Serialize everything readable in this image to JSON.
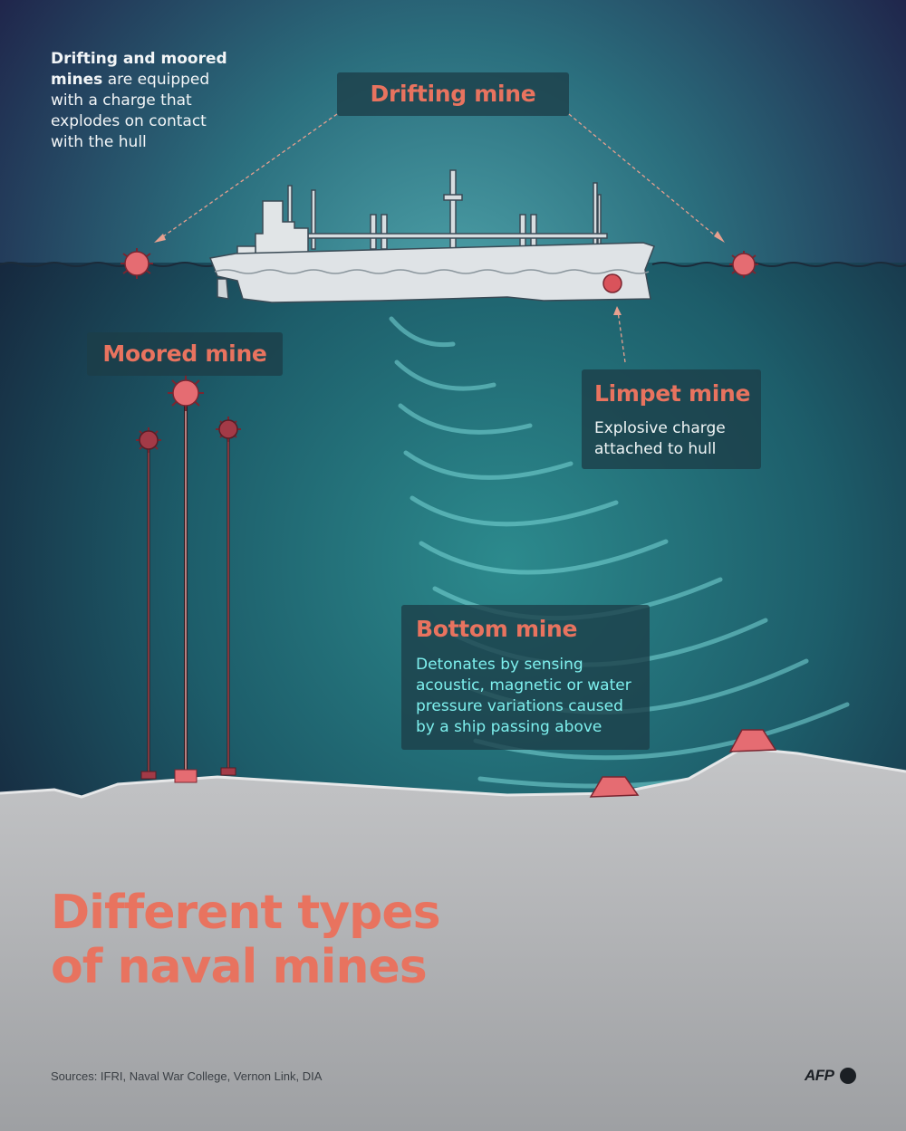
{
  "intro": {
    "bold": "Drifting and moored mines",
    "rest": " are equipped with a charge that explodes on contact with the hull"
  },
  "labels": {
    "drifting": {
      "title": "Drifting mine"
    },
    "moored": {
      "title": "Moored mine"
    },
    "limpet": {
      "title": "Limpet mine",
      "desc": "Explosive charge attached to hull"
    },
    "bottom": {
      "title": "Bottom mine",
      "desc": "Detonates by sensing acoustic, magnetic or water pressure variations caused by a ship passing above"
    }
  },
  "main_title": {
    "line1": "Different types",
    "line2": "of naval mines"
  },
  "footer": {
    "sources": "Sources: IFRI, Naval War College, Vernon Link, DIA",
    "logo": "AFP"
  },
  "colors": {
    "accent": "#e8735f",
    "sonar": "#7ef0ee",
    "mine": "#d9535b",
    "seabed": "#b9bbbd"
  }
}
